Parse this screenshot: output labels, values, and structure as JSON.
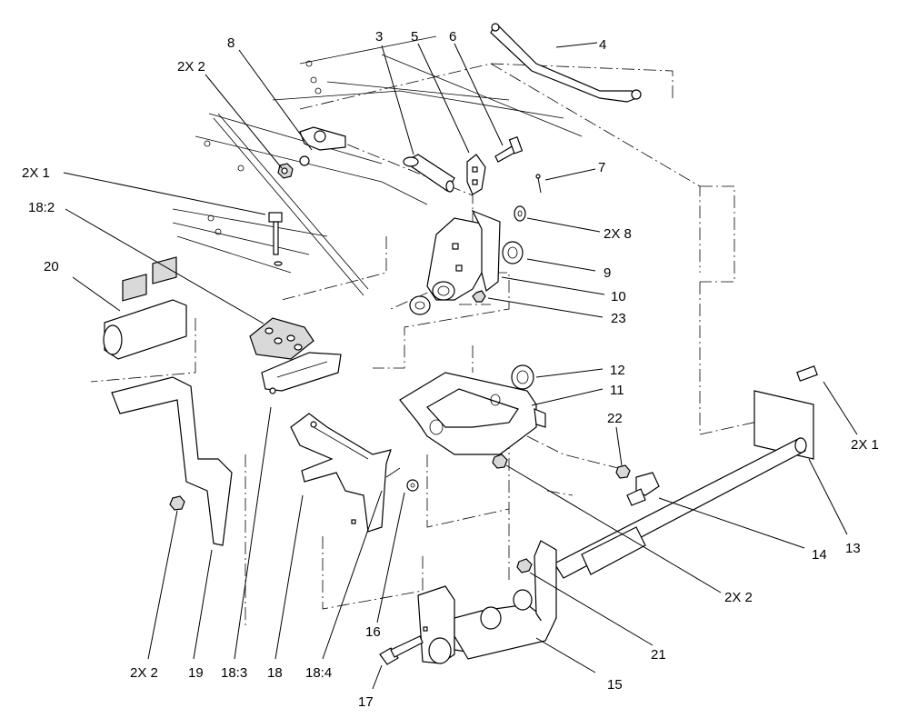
{
  "callouts": [
    {
      "id": "c-8",
      "text": "8"
    },
    {
      "id": "c-3",
      "text": "3"
    },
    {
      "id": "c-5",
      "text": "5"
    },
    {
      "id": "c-6",
      "text": "6"
    },
    {
      "id": "c-4",
      "text": "4"
    },
    {
      "id": "c-2x2-top",
      "text": "2X 2"
    },
    {
      "id": "c-2x1-left",
      "text": "2X 1"
    },
    {
      "id": "c-18-2",
      "text": "18:2"
    },
    {
      "id": "c-7",
      "text": "7"
    },
    {
      "id": "c-2x8",
      "text": "2X 8"
    },
    {
      "id": "c-9",
      "text": "9"
    },
    {
      "id": "c-20",
      "text": "20"
    },
    {
      "id": "c-10",
      "text": "10"
    },
    {
      "id": "c-23",
      "text": "23"
    },
    {
      "id": "c-12",
      "text": "12"
    },
    {
      "id": "c-11",
      "text": "11"
    },
    {
      "id": "c-22",
      "text": "22"
    },
    {
      "id": "c-2x1-right",
      "text": "2X 1"
    },
    {
      "id": "c-13",
      "text": "13"
    },
    {
      "id": "c-14",
      "text": "14"
    },
    {
      "id": "c-2x2-mid",
      "text": "2X 2"
    },
    {
      "id": "c-21",
      "text": "21"
    },
    {
      "id": "c-16",
      "text": "16"
    },
    {
      "id": "c-2x2-bottom",
      "text": "2X 2"
    },
    {
      "id": "c-19",
      "text": "19"
    },
    {
      "id": "c-18-3",
      "text": "18:3"
    },
    {
      "id": "c-18",
      "text": "18"
    },
    {
      "id": "c-18-4",
      "text": "18:4"
    },
    {
      "id": "c-15",
      "text": "15"
    },
    {
      "id": "c-17",
      "text": "17"
    }
  ]
}
